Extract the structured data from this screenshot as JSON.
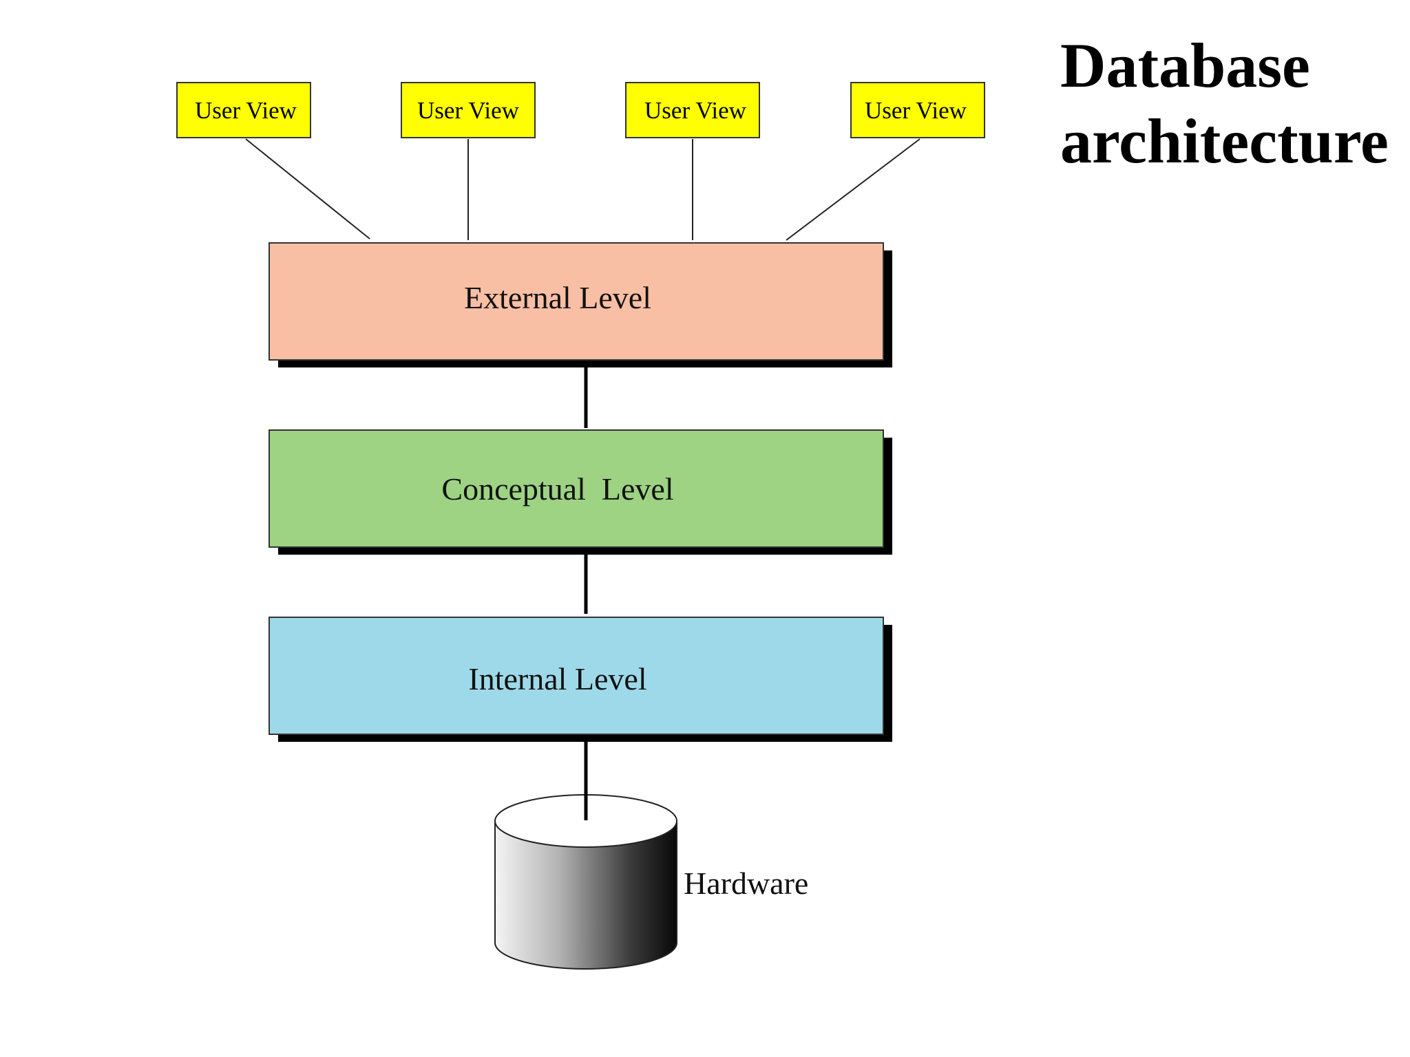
{
  "title": {
    "line1": "Database",
    "line2": "architecture"
  },
  "user_views": [
    {
      "label": "User View"
    },
    {
      "label": "User View"
    },
    {
      "label": "User View"
    },
    {
      "label": "User View"
    }
  ],
  "levels": [
    {
      "label": "External Level",
      "color": "#F9BFA4"
    },
    {
      "label": "Conceptual  Level",
      "color": "#9DD383"
    },
    {
      "label": "Internal Level",
      "color": "#9ED9E9"
    }
  ],
  "storage": {
    "label": "Hardware"
  },
  "colors": {
    "user_view_fill": "#FFFF00",
    "shadow": "#000000",
    "outline": "#333333"
  }
}
